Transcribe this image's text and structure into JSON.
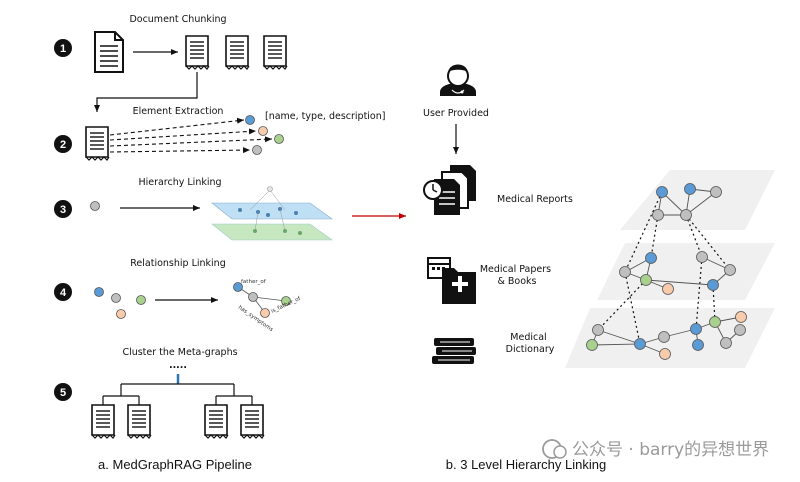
{
  "left": {
    "steps": [
      {
        "num": "1",
        "label": "Document Chunking"
      },
      {
        "num": "2",
        "label": "Element Extraction",
        "note": "[name, type, description]"
      },
      {
        "num": "3",
        "label": "Hierarchy Linking"
      },
      {
        "num": "4",
        "label": "Relationship Linking"
      },
      {
        "num": "5",
        "label": "Cluster the Meta-graphs"
      }
    ],
    "relations": [
      "father_of",
      "has_symptoms",
      "is_father_of"
    ],
    "ellipsis": ".....",
    "caption": "a. MedGraphRAG Pipeline"
  },
  "right": {
    "user_label": "User Provided",
    "sources": [
      "Medical Reports",
      "Medical Papers & Books",
      "Medical Dictionary"
    ],
    "caption": "b. 3 Level Hierarchy Linking"
  },
  "watermark": "公众号 · barry的异想世界",
  "colors": {
    "blue": "#5b9bd5",
    "peach": "#f8cbad",
    "green": "#a9d18e",
    "gray": "#bfbfbf",
    "plane": "#f2f2f2",
    "arrow_red": "#c00000"
  }
}
